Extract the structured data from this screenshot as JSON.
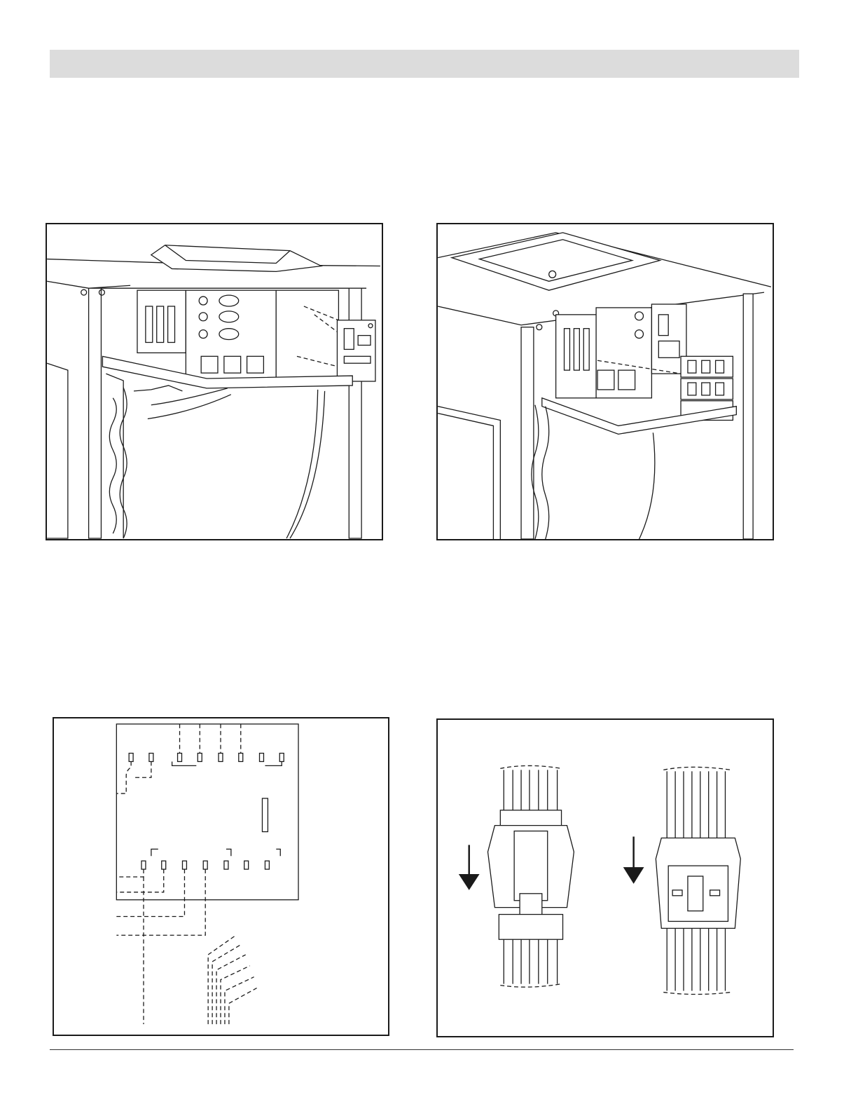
{
  "document": {
    "figures": [
      {
        "id": "fig-a",
        "icon": "unit-control-box-board-illustration"
      },
      {
        "id": "fig-b",
        "icon": "unit-control-box-contactor-illustration"
      },
      {
        "id": "fig-c",
        "icon": "control-board-wiring-diagram"
      },
      {
        "id": "fig-d",
        "icon": "wire-harness-plug-connection-illustration"
      }
    ],
    "colors": {
      "banner": "#dcdcdc",
      "ink": "#1a1a1a",
      "page": "#ffffff"
    }
  }
}
